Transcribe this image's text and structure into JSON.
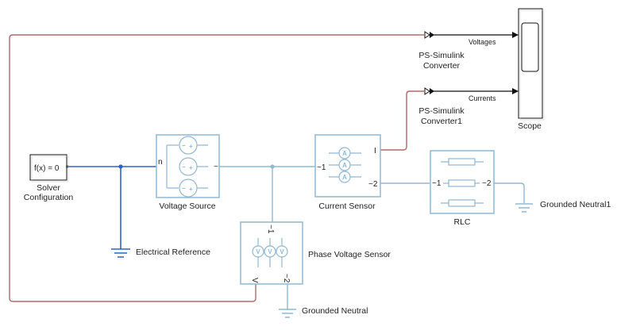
{
  "diagram": {
    "title": "Simulink three-phase RLC measurement model",
    "blocks": {
      "solver": {
        "label_line1": "Solver",
        "label_line2": "Configuration",
        "expression": "f(x) = 0"
      },
      "voltage_source": {
        "label": "Voltage Source",
        "port_n": "n",
        "port_out": "~"
      },
      "current_sensor": {
        "label": "Current Sensor",
        "port_in": "~1",
        "port_out": "~2",
        "port_i": "I"
      },
      "rlc": {
        "label": "RLC",
        "port_1": "~1",
        "port_2": "~2"
      },
      "phase_voltage_sensor": {
        "label": "Phase Voltage Sensor",
        "port_1": "~1",
        "port_2": "~2",
        "port_v": "V"
      },
      "electrical_reference": {
        "label": "Electrical Reference"
      },
      "grounded_neutral": {
        "label": "Grounded Neutral"
      },
      "grounded_neutral1": {
        "label": "Grounded Neutral1"
      },
      "ps_converter": {
        "label_line1": "PS-Simulink",
        "label_line2": "Converter"
      },
      "ps_converter1": {
        "label_line1": "PS-Simulink",
        "label_line2": "Converter1"
      },
      "scope": {
        "label": "Scope"
      }
    },
    "signals": {
      "voltages": "Voltages",
      "currents": "Currents"
    },
    "symbols": {
      "ammeter": "A",
      "voltmeter": "V",
      "minus": "−",
      "plus": "+"
    },
    "colors": {
      "physical_blue": "#2f62c8",
      "physical_light": "#8fb8d6",
      "ps_signal": "#b06a6a",
      "simulink_signal": "#111111"
    }
  }
}
